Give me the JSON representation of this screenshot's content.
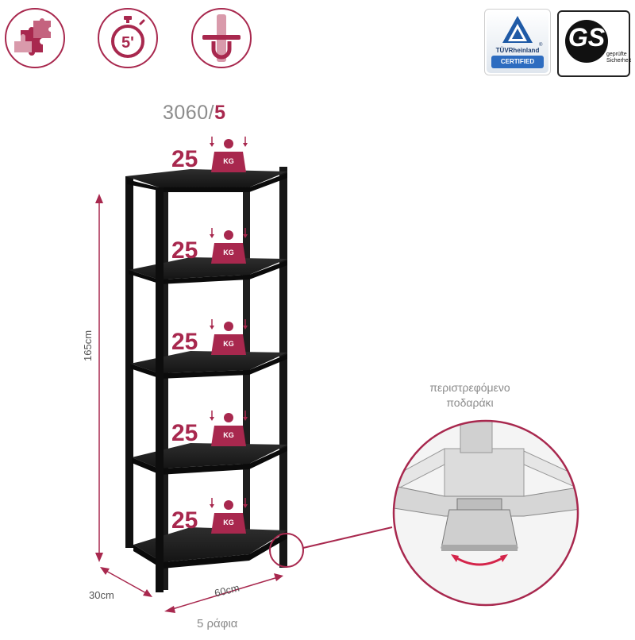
{
  "accent_color": "#a8284e",
  "feature_icons": [
    "puzzle-assembly-icon",
    "stopwatch-5-minutes-icon",
    "wall-bracket-icon"
  ],
  "stopwatch_text": "5'",
  "certifications": {
    "tuv": {
      "brand": "TÜVRheinland",
      "label": "CERTIFIED",
      "mark": "®"
    },
    "gs": {
      "logo": "GS",
      "caption_line1": "geprüfte",
      "caption_line2": "Sicherheit"
    }
  },
  "model": {
    "number": "3060/",
    "shelves_count": "5"
  },
  "shelf_loads": [
    {
      "value": "25",
      "unit": "KG"
    },
    {
      "value": "25",
      "unit": "KG"
    },
    {
      "value": "25",
      "unit": "KG"
    },
    {
      "value": "25",
      "unit": "KG"
    },
    {
      "value": "25",
      "unit": "KG"
    }
  ],
  "dimensions": {
    "height": "165cm",
    "depth": "30cm",
    "width": "60cm"
  },
  "shelves_label": "5 ράφια",
  "detail": {
    "line1": "περιστρεφόμενο",
    "line2": "ποδαράκι"
  }
}
